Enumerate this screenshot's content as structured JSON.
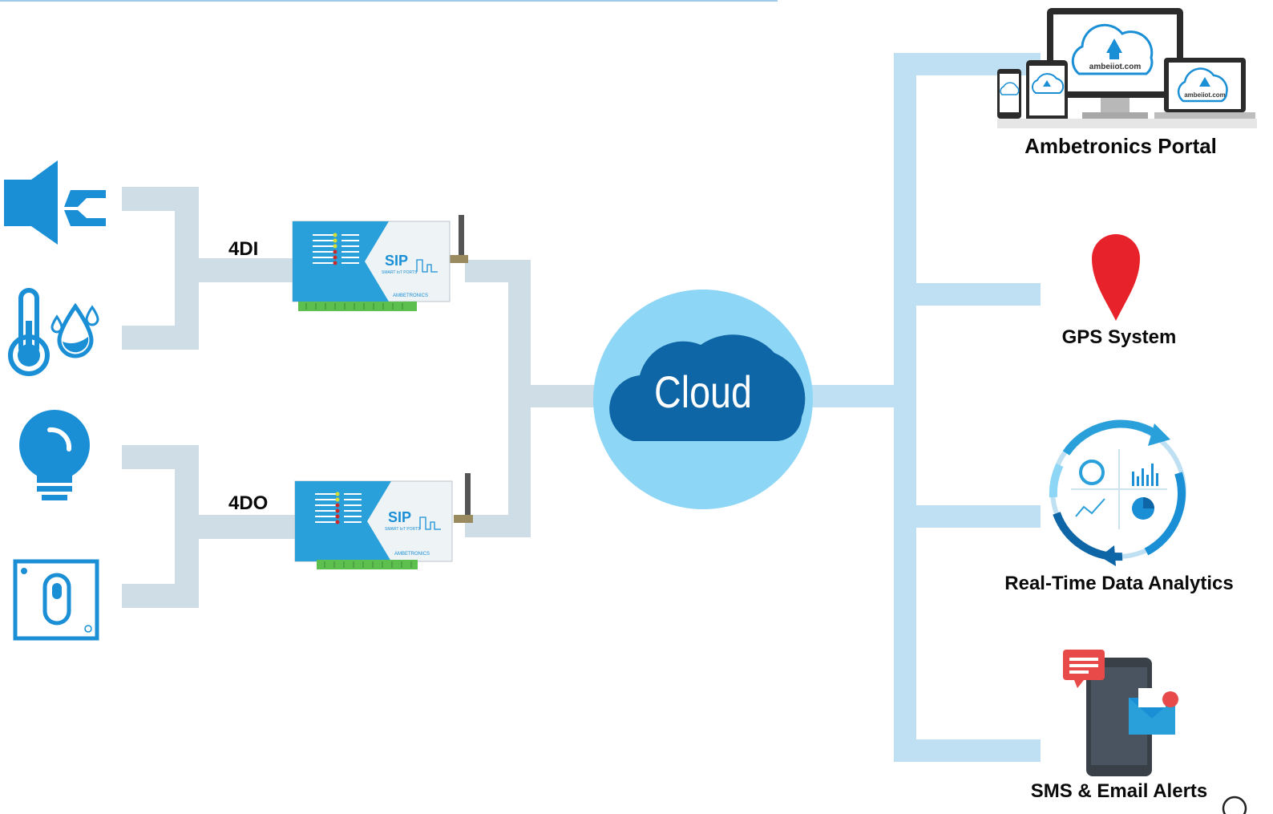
{
  "diagram": {
    "input_label": "4DI",
    "output_label": "4DO",
    "hub": {
      "label": "Cloud"
    },
    "device_badge": "SIP",
    "device_subtext": "SMART IoT PORTS",
    "device_brand": "AMBETRONICS",
    "portal_domain": "ambeiiot.com",
    "destinations": [
      {
        "label": "Ambetronics Portal",
        "icon": "devices-icon"
      },
      {
        "label": "GPS System",
        "icon": "map-pin-icon"
      },
      {
        "label": "Real-Time Data Analytics",
        "icon": "analytics-cycle-icon"
      },
      {
        "label": "SMS & Email Alerts",
        "icon": "phone-alert-icon"
      }
    ],
    "sensors": [
      {
        "icon": "siren-icon"
      },
      {
        "icon": "temperature-humidity-icon"
      },
      {
        "icon": "light-bulb-icon"
      },
      {
        "icon": "door-switch-icon"
      }
    ],
    "colors": {
      "connector_left": "#cfdde6",
      "connector_right": "#bfe0f2",
      "sensor_blue": "#1a8fd6",
      "cloud_dark": "#0f66a6",
      "cloud_circle": "#8ed6f5",
      "pin_red": "#e8222a"
    }
  }
}
